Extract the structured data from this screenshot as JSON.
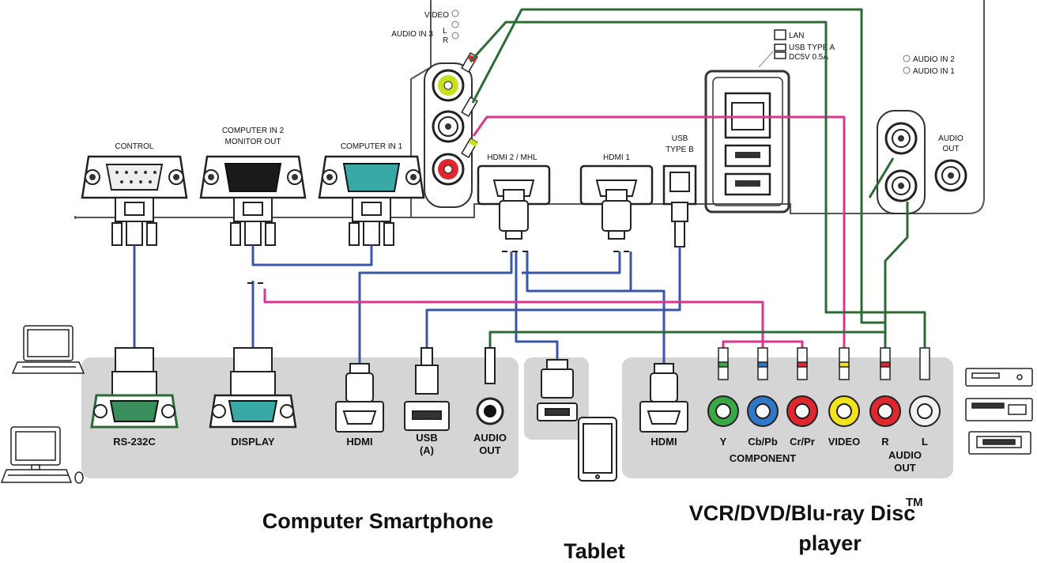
{
  "colors": {
    "cable_blue": "#3a56a8",
    "cable_green": "#2c6b35",
    "cable_magenta": "#d9368f",
    "device_panel": "#d5d5d5",
    "component_y": "#3aa845",
    "component_pb": "#2f77c7",
    "component_pr": "#e0262f",
    "video": "#f2e31a",
    "audio_r": "#e0262f",
    "audio_l": "#f2f2f2",
    "projector_video_jack": "#c9e01c",
    "projector_red_jack": "#e0262f",
    "vga_display": "#39a9a6",
    "rs232": "#3a8e5c"
  },
  "projector": {
    "ports": {
      "control": "CONTROL",
      "computer_in_2": "COMPUTER IN 2",
      "monitor_out": "MONITOR OUT",
      "computer_in_1": "COMPUTER IN 1",
      "hdmi2_mhl": "HDMI 2 / MHL",
      "hdmi1": "HDMI 1",
      "usb_type_b_1": "USB",
      "usb_type_b_2": "TYPE B",
      "audio_out": "AUDIO",
      "audio_out_2": "OUT",
      "audio_in_2": "AUDIO IN 2",
      "audio_in_1": "AUDIO IN 1",
      "video": "VIDEO",
      "audio_in_3": "AUDIO IN 3",
      "audio_in_3_l": "L",
      "audio_in_3_r": "R",
      "lan": "LAN",
      "usb_type_a": "USB TYPE A",
      "usb_power": "DC5V 0.5A"
    }
  },
  "computer_panel": {
    "ports": [
      "RS-232C",
      "DISPLAY",
      "HDMI",
      "USB",
      "(A)",
      "AUDIO",
      "OUT"
    ]
  },
  "av_panel": {
    "ports": [
      "HDMI",
      "Y",
      "Cb/Pb",
      "Cr/Pr",
      "VIDEO",
      "R",
      "L"
    ],
    "component_label": "COMPONENT",
    "audio_out_label_1": "AUDIO",
    "audio_out_label_2": "OUT"
  },
  "device_labels": {
    "computer_smartphone": "Computer Smartphone",
    "tablet": "Tablet",
    "player_line1": "VCR/DVD/Blu-ray Disc",
    "player_tm": "TM",
    "player_line2": "player"
  },
  "icons": [
    "laptop-icon",
    "desktop-computer-icon",
    "tablet-icon",
    "vcr-icon",
    "dvd-player-icon",
    "bluray-player-icon"
  ]
}
